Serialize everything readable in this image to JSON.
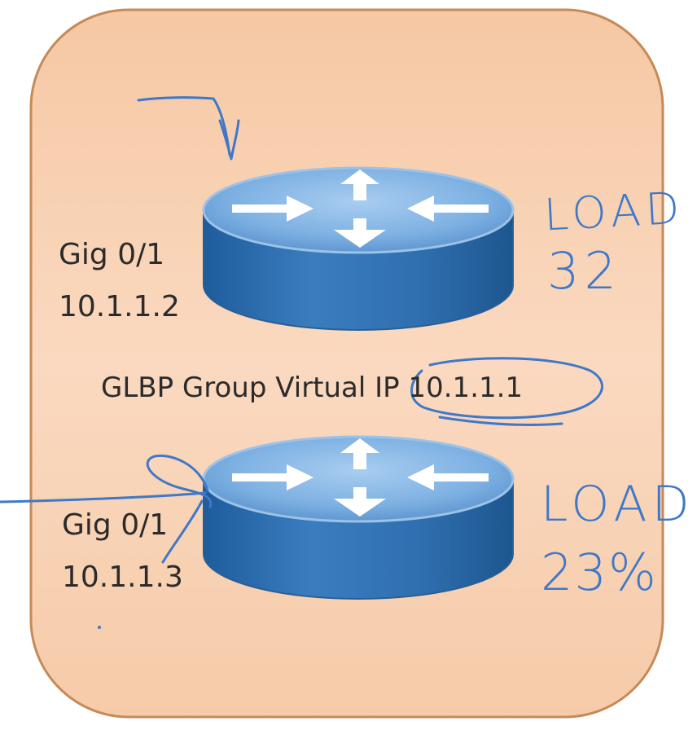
{
  "router1": {
    "interface": "Gig 0/1",
    "ip": "10.1.1.2",
    "annotation_label": "LOAD",
    "annotation_value": "32"
  },
  "router2": {
    "interface": "Gig 0/1",
    "ip": "10.1.1.3",
    "annotation_label": "LOAD",
    "annotation_value": "23%"
  },
  "group": {
    "virtual_ip_label": "GLBP Group Virtual IP 10.1.1.1"
  },
  "colors": {
    "panel_fill": "#f8d2b4",
    "panel_stroke": "#c68a58",
    "router_top": "#6ca1d8",
    "router_side": "#2e6aa6",
    "ink": "#3f78c8"
  }
}
